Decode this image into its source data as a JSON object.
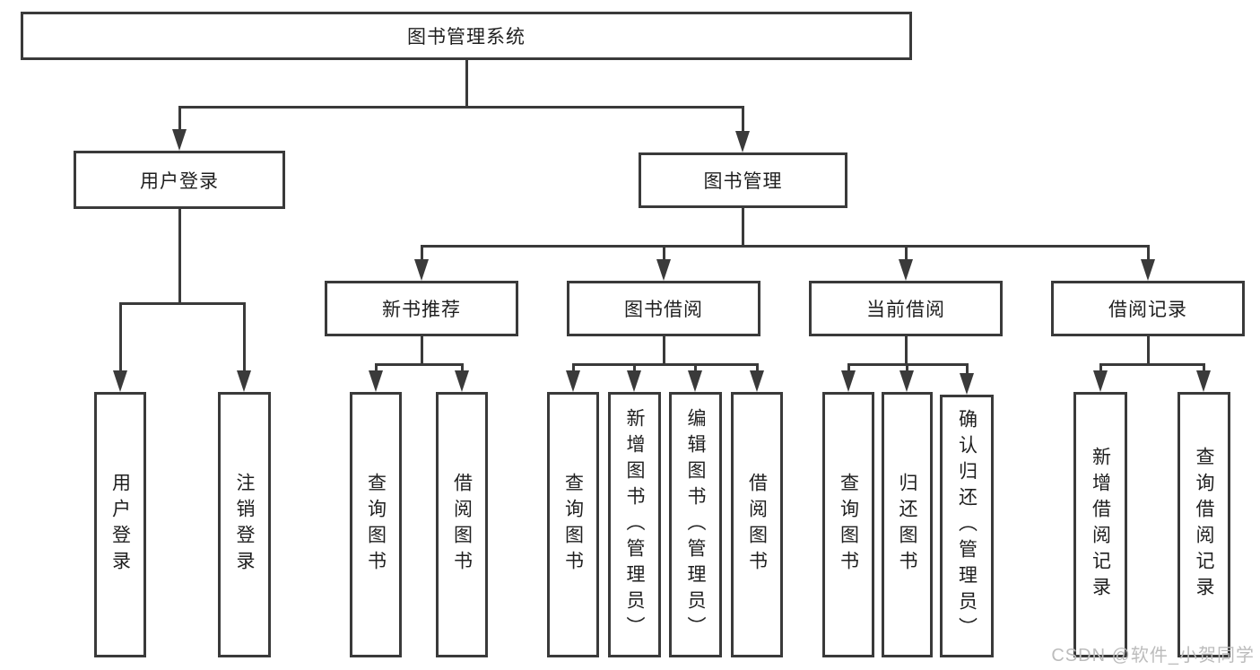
{
  "nodes": {
    "root": "图书管理系统",
    "user_login": "用户登录",
    "book_mgmt": "图书管理",
    "new_book": "新书推荐",
    "book_borrow": "图书借阅",
    "current_borrow": "当前借阅",
    "borrow_records": "借阅记录",
    "leaf_user_login": "用户登录",
    "leaf_logout": "注销登录",
    "leaf_nb_query": "查询图书",
    "leaf_nb_borrow": "借阅图书",
    "leaf_bb_query": "查询图书",
    "leaf_bb_add": "新增图书（管理员）",
    "leaf_bb_edit": "编辑图书（管理员）",
    "leaf_bb_borrow": "借阅图书",
    "leaf_cb_query": "查询图书",
    "leaf_cb_return": "归还图书",
    "leaf_cb_confirm": "确认归还（管理员）",
    "leaf_br_add": "新增借阅记录",
    "leaf_br_query": "查询借阅记录"
  },
  "hierarchy": {
    "图书管理系统": {
      "用户登录": [
        "用户登录",
        "注销登录"
      ],
      "图书管理": {
        "新书推荐": [
          "查询图书",
          "借阅图书"
        ],
        "图书借阅": [
          "查询图书",
          "新增图书（管理员）",
          "编辑图书（管理员）",
          "借阅图书"
        ],
        "当前借阅": [
          "查询图书",
          "归还图书",
          "确认归还（管理员）"
        ],
        "借阅记录": [
          "新增借阅记录",
          "查询借阅记录"
        ]
      }
    }
  },
  "watermark": "CSDN @软件_小贺同学",
  "colors": {
    "line": "#3a3a3a",
    "text": "#1f1f1f",
    "background": "#ffffff",
    "watermark": "#bcbcbc"
  }
}
